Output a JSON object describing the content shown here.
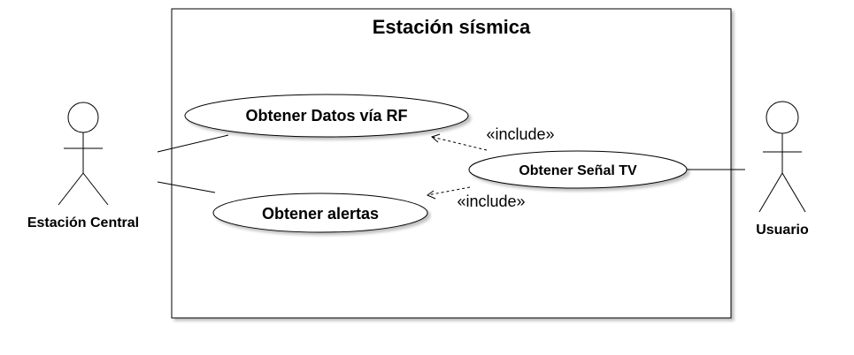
{
  "system": {
    "title": "Estación sísmica"
  },
  "actors": {
    "left": {
      "name": "Estación Central"
    },
    "right": {
      "name": "Usuario"
    }
  },
  "use_cases": {
    "datos_rf": "Obtener Datos vía RF",
    "alertas": "Obtener alertas",
    "senal_tv": "Obtener Señal TV"
  },
  "relations": {
    "include_1": "«include»",
    "include_2": "«include»"
  }
}
